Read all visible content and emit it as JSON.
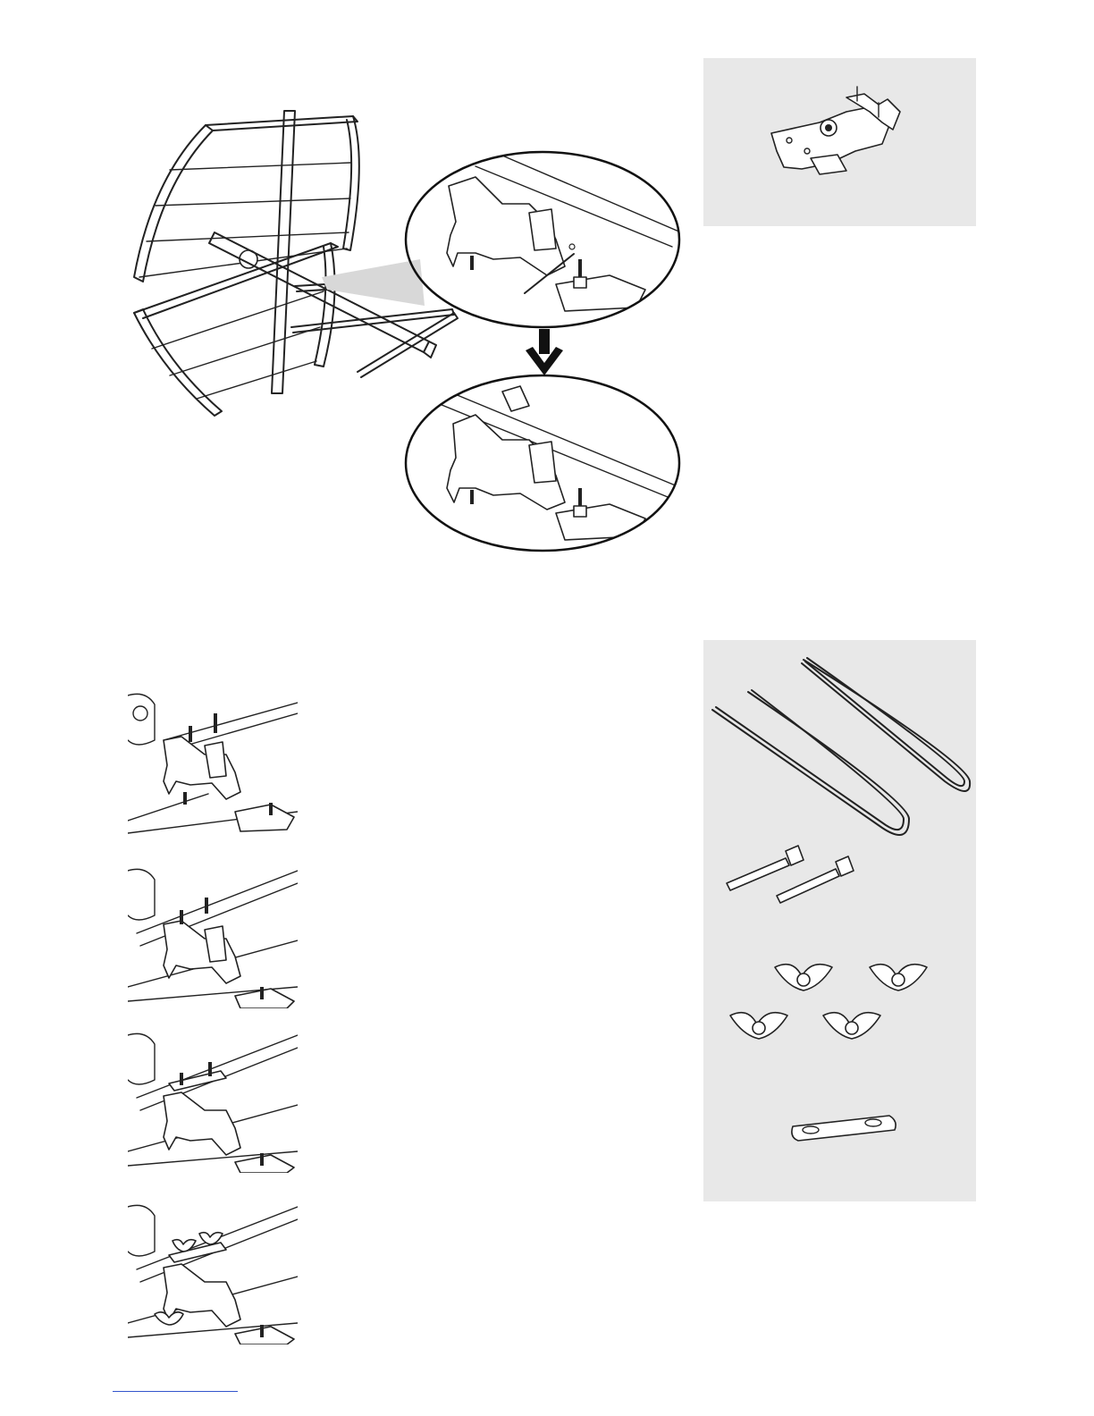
{
  "page": {
    "background": "#ffffff",
    "panel_color": "#e8e8e8",
    "line_color": "#222222",
    "footer_link_color": "#3355cc"
  },
  "figures": [
    {
      "name": "antenna-overview",
      "icon": "antenna-illustration"
    },
    {
      "name": "detail-before",
      "icon": "magnified-bracket-before"
    },
    {
      "name": "step-arrow",
      "icon": "arrow-down-icon"
    },
    {
      "name": "detail-after",
      "icon": "magnified-bracket-after"
    },
    {
      "name": "parts-bracket",
      "icon": "mounting-bracket-icon"
    },
    {
      "name": "parts-hardware",
      "icon": "hardware-kit-icon"
    },
    {
      "name": "assembly-step-1",
      "icon": "bracket-with-bolts"
    },
    {
      "name": "assembly-step-2",
      "icon": "bracket-with-rod"
    },
    {
      "name": "assembly-step-3",
      "icon": "bracket-with-plate"
    },
    {
      "name": "assembly-step-4",
      "icon": "bracket-with-wing-nuts"
    }
  ]
}
